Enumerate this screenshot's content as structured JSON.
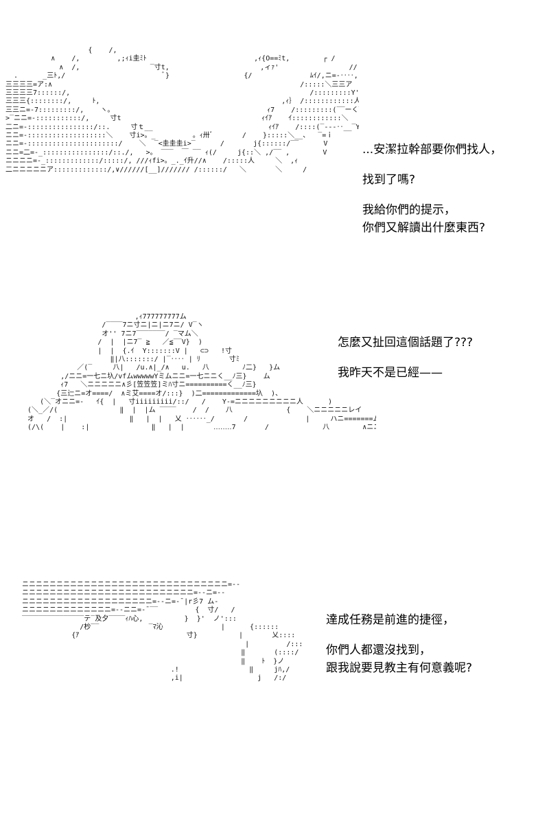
{
  "panels": [
    {
      "art": "                    {    /,                                                            \n           ∧    /,         ,;ｨi圭ﾐﾄ                          ,ｨ{O==ﾐt,        ┌ /\n             ∧  /,                 ‾寸t,                      ,ィｧ'                 // \n  .      _三ﾄ,/                        ﾞ}                  {/              ﾑｲ/,ニ=-‥‥,\n三三三三=ア:∧                                                            /:::::＼三三ア\n三三三三7::::::/,                                                          /:::::::::Y'メ_\n三三三{::::::::/,     ﾄ,                                            ,ｨ｝ /::::::::::::人\n三三ニ=-7:::::::::/,    ヽ。                                     ｨ7    /:::::::::(‾‾ーく‾-‐\n>‾ニニ=-:::::::::::/,     寸t                                  ｨｲｱ    ｲ::::::::::::＼     )\n二ニ=-::::::::::::::::/::.     寸ｔ__                            ｨｲｱ    /::::(‾-‐-‥__‾Y\nニニ=-:::::::::::::::::::＼    寸i>。_         。ｨ卅ﾞ       /    }:::::＼__、  ‾=ｉ\nニニ=-::::::::::::::::::::::/    ＼  ‾<圭圭圭i>‾      /       j{::::::/‾‾      V\nニニ=二=-_::::::::::::::::/::./,   >。 ‾‾‾  ￣ ‾‾ ｨ(/     j{::＼ ,/‾‾ ,        V\nニニニニ=‐_:::::::::::::/:::::/, ///ｨfi>。_._ｲ升//∧    /:::::人     ＼  ,ｨ\n二ニニニニニア:::::::::::::/,∨//////[__]/////// /::::::/   ＼       ＼     /",
      "lines": [
        "...安潔拉幹部要你們找人，",
        "",
        "找到了嗎?",
        "",
        "我給你們的提示，",
        "你們又解讀出什麼東西?"
      ]
    },
    {
      "art": "                            ,ｨ777777777ム\n                    /‾‾‾‾7ニ寸ニ|ニ|ニ7ニ/ V‾ヽ\n                    オ'' 7ニ7‾‾‾‾‾‾‾/ ‾マム＼\n                   /  |  |ニ7‾ ≧   ／≦‾‾V}  )\n                   |  |  {.ｲ  Y:::::::V |   ⊂⊃   !寸\n                      ‖|八:::::::/ |‾‥‥ | ﾘ       寸ﾐ\n              ／(‾     八|   /u.∧|_/∧   u.   八        ﾉ二}   }ム\n          ,/ニニ=一七ニ圦/vfムwwwwwYミムニニ=一七ニニく__ﾉ三}    ム\n          ｨ7   ＼ニニニニニ∧彡[笠笠笠]ミﾊ寸ニ==========く__ﾉ三}\n         {三辷ニ=オ====/  ∧ミ艾====オ/:::}  )二=============圦  )、\n     (＼‾オニニ=-   ｲ{  |   寸iiiiiiiii/::/   /    Y-=ニニニニニニニニニ人      )\n  (＼_／/(               ‖  |  |ム ‾‾‾‾    /  /    八             {    ＼ニニニニニレイ\n  オ   /  :|               ‖   |  |   乂 ‥‥‥_/       /              |     ハニ=======ムイ\n  (/\\(    |    :|               ‖   |  |       ‥‥‥‥7       /             八        ∧ニニニニ=ニノ",
      "lines": [
        "怎麼又扯回這個話題了???",
        "",
        "我昨天不是已經——"
      ]
    },
    {
      "art": "ニニニニニニニニニニニニニニニニニニニニニニニニニニニニニニ=-‐\nニニニニニニニニニニニニニニニニニニニニニニニニニ=-‐ニ=-‐\nニニニニニニニニニニニニニニニニニニニ=‐-ニ=‐¯|r彡7 ム-\nニニニニニニニニニニニニニ=‐-ニニ=‐¯‾‾         {  寸/   /\n‾‾‾‾‾‾‾‾‾‾‾‾‾‾‾テ‾及夕‾‾‾‾ｨﾊ心,          }  }'  ノ':::\n              /杪‾‾            ‾ﾏ沁              |      {::::::\n            {ｱ                          寸}          |       乂::::\n                                                      |         /:::::\n                                                     ‖       (::::/\n                                                     ‖    ﾄ  }ノ\n                                    .!                 ‖     jﾊ,/\n                                    ,i|                  j   /:/",
      "lines": [
        "達成任務是前進的捷徑，",
        "",
        "你們人都還沒找到，",
        "跟我說要見教主有何意義呢?"
      ]
    }
  ]
}
